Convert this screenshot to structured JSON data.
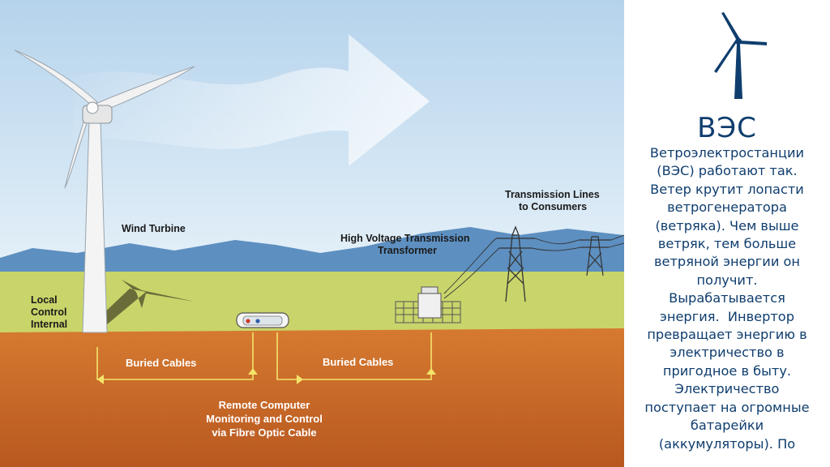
{
  "diagram": {
    "labels": {
      "wind_turbine": "Wind Turbine",
      "local_control_1": "Local",
      "local_control_2": "Control",
      "local_control_3": "Internal",
      "transformer_1": "High Voltage Transmission",
      "transformer_2": "Transformer",
      "transmission_1": "Transmission Lines",
      "transmission_2": "to Consumers",
      "buried_cables_left": "Buried Cables",
      "buried_cables_right": "Buried Cables",
      "remote_1": "Remote Computer",
      "remote_2": "Monitoring and Control",
      "remote_3": "via Fibre Optic Cable"
    },
    "colors": {
      "sky": "#c9dff0",
      "ground": "#c9d46a",
      "soil": "#c8692a",
      "mountains": "#5d8fc0",
      "cable": "#f0e060"
    }
  },
  "side": {
    "icon": "wind-turbine-icon",
    "title": "ВЭС",
    "lines": [
      "Ветроэлектростанции",
      "(ВЭС) работают так.",
      "Ветер крутит лопасти",
      "ветрогенератора",
      "(ветряка). Чем выше",
      "ветряк, тем больше",
      "ветряной энергии он",
      "получит.",
      "Вырабатывается",
      "энергия.  Инвертор",
      "превращает энергию в",
      "электричество в",
      "пригодное в быту.",
      "Электричество",
      "поступает на огромные",
      "батарейки",
      "(аккумуляторы). По"
    ],
    "color": "#0f3d6e"
  }
}
